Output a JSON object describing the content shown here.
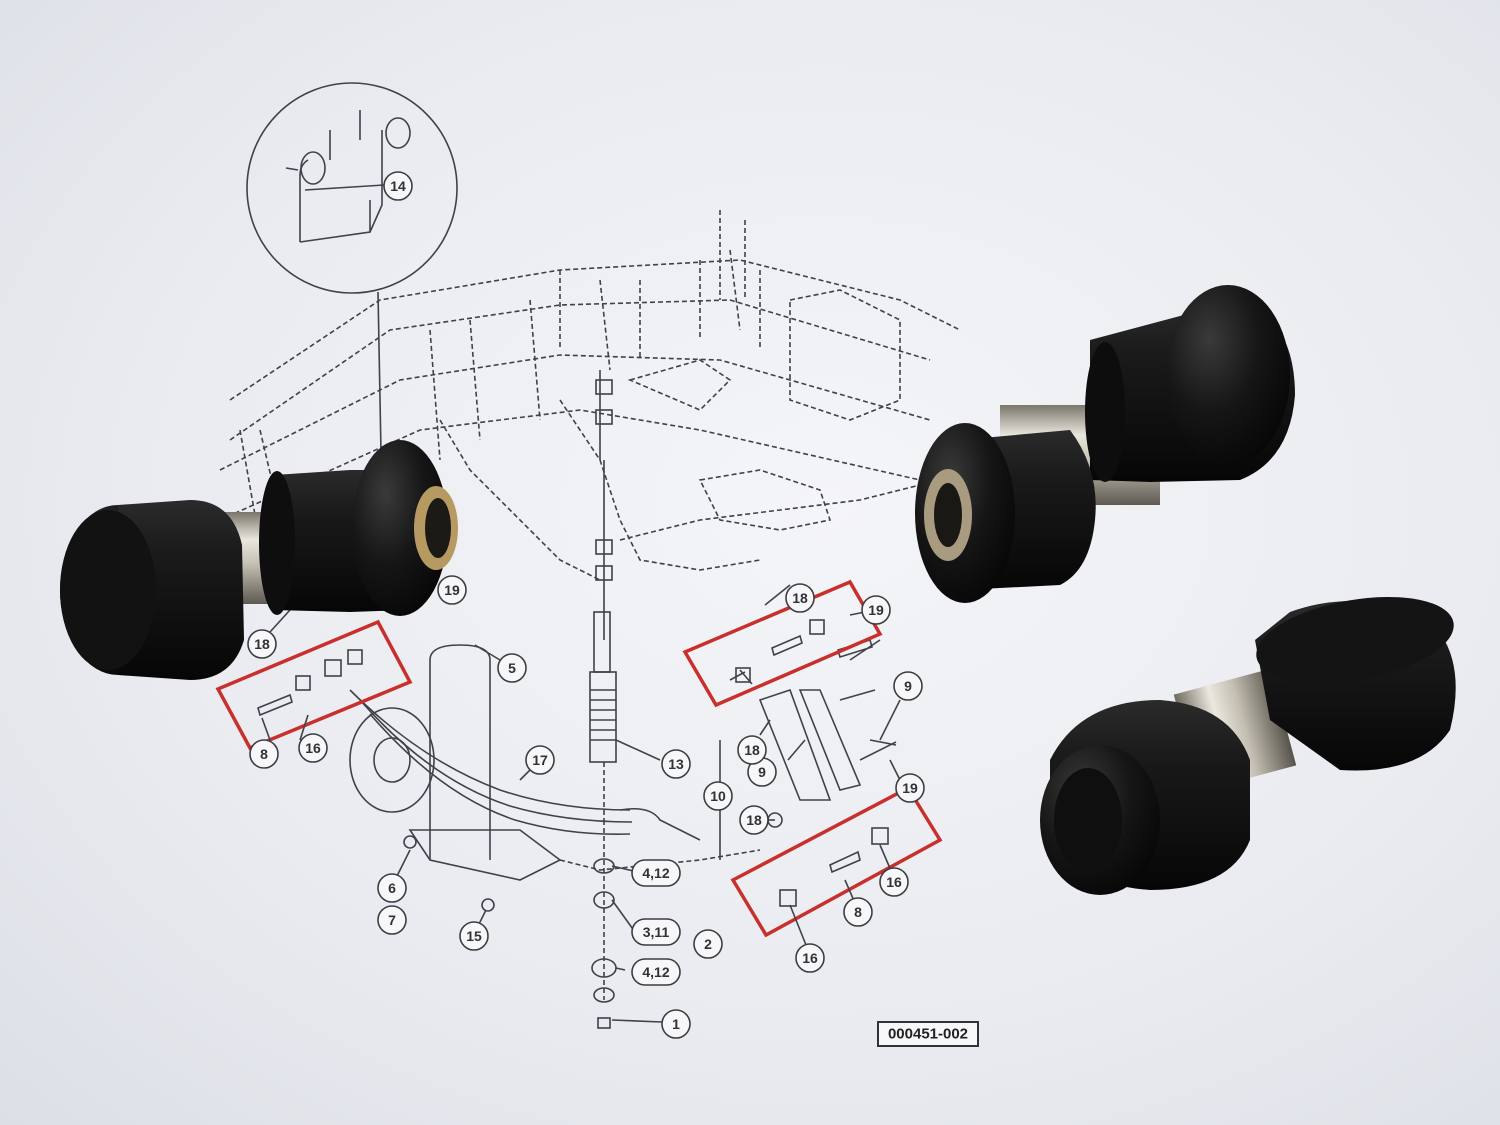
{
  "diagram": {
    "part_number": "000451-002",
    "callouts": [
      {
        "id": "c14",
        "label": "14"
      },
      {
        "id": "c5",
        "label": "5"
      },
      {
        "id": "c13",
        "label": "13"
      },
      {
        "id": "c17",
        "label": "17"
      },
      {
        "id": "c18a",
        "label": "18"
      },
      {
        "id": "c19a",
        "label": "19"
      },
      {
        "id": "c8a",
        "label": "8"
      },
      {
        "id": "c16a",
        "label": "16"
      },
      {
        "id": "c18b",
        "label": "18"
      },
      {
        "id": "c19b",
        "label": "19"
      },
      {
        "id": "c9a",
        "label": "9"
      },
      {
        "id": "c9b",
        "label": "9"
      },
      {
        "id": "c18c",
        "label": "18"
      },
      {
        "id": "c18d",
        "label": "18"
      },
      {
        "id": "c10",
        "label": "10"
      },
      {
        "id": "c19c",
        "label": "19"
      },
      {
        "id": "c16b",
        "label": "16"
      },
      {
        "id": "c8b",
        "label": "8"
      },
      {
        "id": "c16c",
        "label": "16"
      },
      {
        "id": "c6",
        "label": "6"
      },
      {
        "id": "c7",
        "label": "7"
      },
      {
        "id": "c15",
        "label": "15"
      },
      {
        "id": "c412a",
        "label": "4,12"
      },
      {
        "id": "c311",
        "label": "3,11"
      },
      {
        "id": "c2",
        "label": "2"
      },
      {
        "id": "c412b",
        "label": "4,12"
      },
      {
        "id": "c1",
        "label": "1"
      }
    ]
  },
  "colors": {
    "paper": "#eceef2",
    "linework": "#3f4248",
    "highlight_box": "#c9302c",
    "rubber": "#151515",
    "sleeve": "#b9b4a8"
  }
}
